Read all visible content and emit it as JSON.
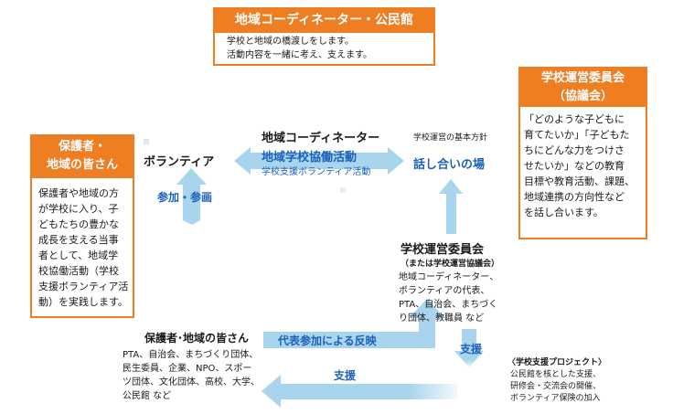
{
  "top_box": {
    "title": "地域コーディネーター・公民館",
    "lines": [
      "学校と地域の橋渡しをします。",
      "活動内容を一緒に考え、支えます。"
    ]
  },
  "council_box": {
    "title_line1": "学校運営委員会",
    "title_line2": "（協議会）",
    "lines": [
      "「どのような子どもに",
      "育てたいか」「子どもた",
      "ちにどんな力をつけさ",
      "せたいか」などの教育",
      "目標や教育活動、課題、",
      "地域連携の方向性など",
      "を話し合います。"
    ]
  },
  "guardian_box": {
    "title_line1": "保護者・",
    "title_line2": "地域の皆さん",
    "lines": [
      "保護者や地域の方",
      "が学校に入り、子",
      "どもたちの豊かな",
      "成長を支える当事",
      "者として、地域学",
      "校協働活動（学校",
      "支援ボランティア活",
      "動）を実践します。"
    ]
  },
  "center": {
    "coordinator": "地域コーディネーター",
    "volunteer": "ボランティア",
    "activity_main": "地域学校協働活動",
    "activity_sub": "学校支援ボランティア活動",
    "policy": "学校運営の基本方針",
    "discussion": "話し合いの場",
    "participation": "参加・参画"
  },
  "committee": {
    "title": "学校運営委員会",
    "subtitle": "（または学校運営協議会）",
    "lines": [
      "地域コーディネーター、",
      "ボランティアの代表、",
      "PTA、自治会、まちづく",
      "り団体、教職員 など"
    ]
  },
  "residents": {
    "title": "保護者･地域の皆さん",
    "lines": [
      "PTA、自治会、まちづくり団体、",
      "民生委員、企業、NPO、スポー",
      "ツ団体、文化団体、高校、大学、",
      "公民館 など"
    ]
  },
  "arrows": {
    "representation": "代表参加による反映",
    "support_right": "支援",
    "support_bottom": "支援"
  },
  "project": {
    "title": "〈学校支援プロジェクト〉",
    "lines": [
      "公民館を核とした支援、",
      "研修会・交流会の開催、",
      "ボランティア保険の加入"
    ]
  },
  "colors": {
    "orange": "#ef7d22",
    "arrow": "#a8d4ee",
    "blue_text": "#1c62b8"
  }
}
